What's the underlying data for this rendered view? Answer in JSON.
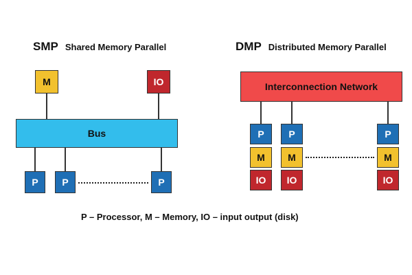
{
  "smp": {
    "abbr": "SMP",
    "title": "Shared Memory Parallel",
    "memory_label": "M",
    "io_label": "IO",
    "bus_label": "Bus",
    "processors": [
      "P",
      "P",
      "P"
    ]
  },
  "dmp": {
    "abbr": "DMP",
    "title": "Distributed Memory Parallel",
    "network_label": "Interconnection Network",
    "nodes": [
      {
        "p": "P",
        "m": "M",
        "io": "IO"
      },
      {
        "p": "P",
        "m": "M",
        "io": "IO"
      },
      {
        "p": "P",
        "m": "M",
        "io": "IO"
      }
    ]
  },
  "legend": "P – Processor, M – Memory, IO – input output (disk)",
  "colors": {
    "processor": "#1f6fb5",
    "memory": "#f2c12e",
    "io": "#c0272d",
    "bus": "#33bdec",
    "network": "#f04a4a"
  }
}
